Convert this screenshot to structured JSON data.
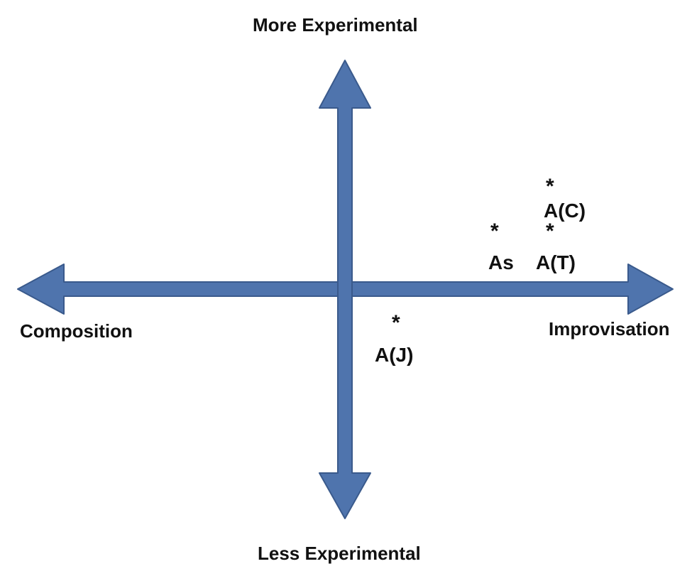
{
  "axes": {
    "top_label": "More Experimental",
    "bottom_label": "Less Experimental",
    "left_label": "Composition",
    "right_label": "Improvisation"
  },
  "points": [
    {
      "id": "a-c",
      "marker": "*",
      "label": "A(C)"
    },
    {
      "id": "as",
      "marker": "*",
      "label": "As"
    },
    {
      "id": "a-t",
      "marker": "*",
      "label": "A(T)"
    },
    {
      "id": "a-j",
      "marker": "*",
      "label": "A(J)"
    }
  ],
  "colors": {
    "arrow_fill": "#4f74ad",
    "arrow_stroke": "#3a5a8c",
    "text": "#111111"
  }
}
